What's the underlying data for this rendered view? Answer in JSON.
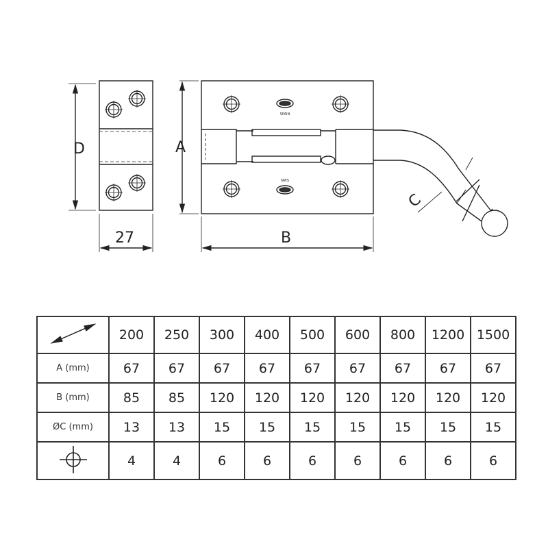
{
  "drawing": {
    "dim_labels": {
      "D": "D",
      "A": "A",
      "B": "B",
      "C": "C",
      "width": "27"
    },
    "stamp_top": "SPAIN",
    "stamp_bottom": "NWS"
  },
  "table": {
    "corner_icon": "double-arrow-icon",
    "sizes": [
      "200",
      "250",
      "300",
      "400",
      "500",
      "600",
      "800",
      "1200",
      "1500"
    ],
    "rows": [
      {
        "label": "A (mm)",
        "values": [
          "67",
          "67",
          "67",
          "67",
          "67",
          "67",
          "67",
          "67",
          "67"
        ]
      },
      {
        "label": "B (mm)",
        "values": [
          "85",
          "85",
          "120",
          "120",
          "120",
          "120",
          "120",
          "120",
          "120"
        ]
      },
      {
        "label": "ØC (mm)",
        "values": [
          "13",
          "13",
          "15",
          "15",
          "15",
          "15",
          "15",
          "15",
          "15"
        ]
      },
      {
        "label_icon": "screw-hole-crosshair-icon",
        "values": [
          "4",
          "4",
          "6",
          "6",
          "6",
          "6",
          "6",
          "6",
          "6"
        ]
      }
    ]
  }
}
